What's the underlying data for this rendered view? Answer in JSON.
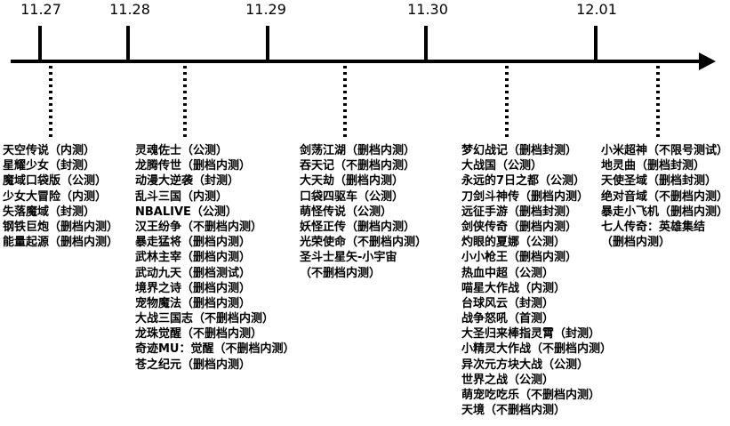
{
  "page": {
    "background_color": "#ffffff",
    "ink_color": "#000000"
  },
  "timeline": {
    "dates": [
      "11.27",
      "11.28",
      "11.29",
      "11.30",
      "12.01"
    ]
  },
  "columns": [
    {
      "date": "11.27",
      "lines": [
        "天空传说（内测）",
        "星耀少女（封测）",
        "魔域口袋版（公测）",
        "少女大冒险（内测）",
        "失落魔域（封测）",
        "钢铁巨炮（删档内测）",
        "能量起源（删档内测）"
      ]
    },
    {
      "date": "11.28",
      "lines": [
        "灵魂佐士（公测）",
        "龙腾传世（删档内测）",
        "动漫大逆袭（封测）",
        "乱斗三国（内测）",
        "NBALIVE（公测）",
        "汉王纷争（不删档内测）",
        "暴走猛将（删档内测）",
        "武林主宰（删档内测）",
        "武动九天（删档测试）",
        "境界之诗（删档内测）",
        "宠物魔法（删档内测）",
        "大战三国志（不删档内测）",
        "龙珠觉醒（不删档内测）",
        "奇迹MU：觉醒（不删档内测）",
        "苍之纪元（删档内测）"
      ]
    },
    {
      "date": "11.29",
      "lines": [
        "剑荡江湖（删档内测）",
        "吞天记（不删档内测）",
        "大天劫（删档内测）",
        "口袋四驱车（公测）",
        "萌怪传说（公测）",
        "妖怪正传（删档内测）",
        "光荣使命（不删档内测）",
        "圣斗士星矢-小宇宙",
        "（不删档内测）"
      ]
    },
    {
      "date": "11.30",
      "lines": [
        "梦幻战记（删档封测）",
        "大战国（公测）",
        "永远的7日之都（公测）",
        "刀剑斗神传（删档内测）",
        "远征手游（删档封测）",
        "剑侠传奇（删档内测）",
        "灼眼的夏娜（公测）",
        "小小枪王（删档内测）",
        "热血中超（公测）",
        "喵星大作战（内测）",
        "台球风云（封测）",
        "战争怒吼（首测）",
        "大圣归来棒指灵霄（封测）",
        "小精灵大作战（不删档内测）",
        "异次元方块大战（公测）",
        "世界之战（公测）",
        "萌宠吃吃乐（不删档内测）",
        "天境（不删档内测）"
      ]
    },
    {
      "date": "12.01",
      "lines": [
        "小米超神（不限号测试）",
        "地灵曲（删档封测）",
        "天使圣域（删档封测）",
        "绝对音域（不删档内测）",
        "暴走小飞机（删档内测）",
        "七人传奇：英雄集结",
        "（删档内测）"
      ]
    }
  ]
}
